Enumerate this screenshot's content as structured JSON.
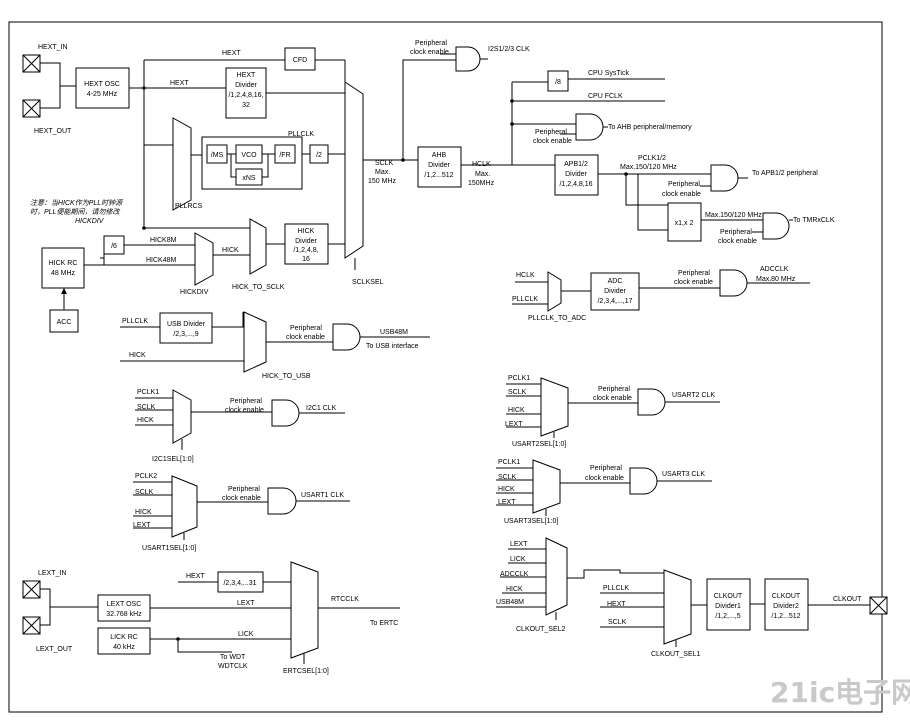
{
  "pins": {
    "hext_in": "HEXT_IN",
    "hext_out": "HEXT_OUT",
    "lext_in": "LEXT_IN",
    "lext_out": "LEXT_OUT",
    "clkout": "CLKOUT"
  },
  "blocks": {
    "hext_osc": [
      "HEXT OSC",
      "4-25 MHz"
    ],
    "cfd": "CFD",
    "hext_divider": [
      "HEXT",
      "Divider",
      "/1,2,4,8,16,",
      "32"
    ],
    "ms": "/MS",
    "vco": "VCO",
    "fr": "/FR",
    "xns": "xNS",
    "div2": "/2",
    "hick_rc": [
      "HICK RC",
      "48 MHz"
    ],
    "div6": "/6",
    "acc": "ACC",
    "hick_divider": [
      "HICK",
      "Divider",
      "/1,2,4,8,",
      "16"
    ],
    "ahb_divider": [
      "AHB",
      "Divider",
      "/1,2...512"
    ],
    "div8": "/8",
    "apb_divider": [
      "APB1/2",
      "Divider",
      "/1,2,4,8,16"
    ],
    "x1x2": "x1,x 2",
    "adc_divider": [
      "ADC",
      "Divider",
      "/2,3,4,...,17"
    ],
    "usb_divider": [
      "USB Divider",
      "/2,3,...,9"
    ],
    "ertc_div": "/2,3,4,...31",
    "lext_osc": [
      "LEXT OSC",
      "32.768 kHz"
    ],
    "lick_rc": [
      "LICK RC",
      "40 kHz"
    ],
    "clkout_div1": [
      "CLKOUT",
      "Divider1",
      "/1,2,...,5"
    ],
    "clkout_div2": [
      "CLKOUT",
      "Divider2",
      "/1,2...512"
    ]
  },
  "signals": {
    "hext": "HEXT",
    "pllclk": "PLLCLK",
    "pllrcs": "PLLRCS",
    "hick8m": "HICK8M",
    "hick48m": "HICK48M",
    "hick": "HICK",
    "hickdiv": "HICKDIV",
    "hick_to_sclk": "HICK_TO_SCLK",
    "sclksel": "SCLKSEL",
    "sclk": [
      "SCLK",
      "Max.",
      "150 MHz"
    ],
    "hclk": [
      "HCLK",
      "Max.",
      "150MHz"
    ],
    "pclk12": [
      "PCLK1/2",
      "Max.150/120 MHz"
    ],
    "tmr_max": "Max.150/120 MHz",
    "hclk_plain": "HCLK",
    "pllclk_plain": "PLLCLK",
    "pllclk_to_adc": "PLLCLK_TO_ADC",
    "adcclk": [
      "ADCCLK",
      "Max.80 MHz"
    ],
    "usb48m": "USB48M",
    "to_usb": "To USB interface",
    "hick_to_usb": "HICK_TO_USB",
    "pclk1": "PCLK1",
    "pclk2": "PCLK2",
    "sclk_plain": "SCLK",
    "lext": "LEXT",
    "lick": "LICK",
    "adcclk_plain": "ADCCLK",
    "i2c1sel": "I2C1SEL[1:0]",
    "usart1sel": "USART1SEL[1:0]",
    "usart2sel": "USART2SEL[1:0]",
    "usart3sel": "USART3SEL[1:0]",
    "i2c1_clk": "I2C1 CLK",
    "usart1_clk": "USART1 CLK",
    "usart2_clk": "USART2 CLK",
    "usart3_clk": "USART3 CLK",
    "rtcclk": "RTCCLK",
    "to_ertc": "To ERTC",
    "ertcsel": "ERTCSEL[1:0]",
    "to_wdt": [
      "To WDT",
      "WDTCLK"
    ],
    "clkout_sel1": "CLKOUT_SEL1",
    "clkout_sel2": "CLKOUT_SEL2",
    "i2s_clk": "I2S1/2/3 CLK",
    "cpu_systick": "CPU SysTick",
    "cpu_fclk": "CPU FCLK",
    "to_ahb": "To AHB peripheral/memory",
    "to_apb": "To APB1/2 peripheral",
    "to_tmr": "To TMRxCLK"
  },
  "enable_label": [
    "Peripheral",
    "clock enable"
  ],
  "note": [
    "注意：当HICK作为PLL时钟源",
    "时，PLL便能期间，请勿修改",
    "HICKDIV"
  ],
  "watermark": "21ic电子网"
}
